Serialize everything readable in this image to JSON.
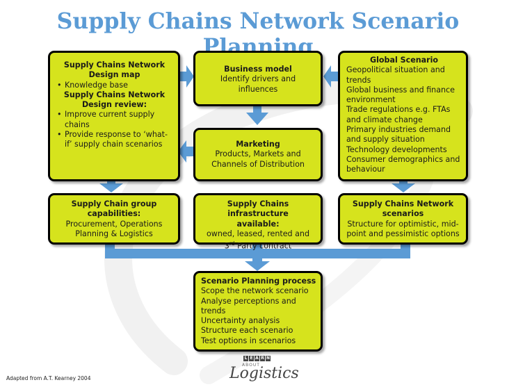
{
  "title": "Supply Chains Network Scenario Planning",
  "boxes": {
    "design": {
      "heading1": "Supply Chains Network Design map",
      "items1": [
        "Knowledge base"
      ],
      "heading2": "Supply Chains Network Design review:",
      "items2": [
        "Improve current supply chains",
        "Provide response to ‘what-if’ supply chain scenarios"
      ]
    },
    "business_model": {
      "heading": "Business model",
      "body": "Identify drivers and influences"
    },
    "global": {
      "heading": "Global Scenario",
      "lines": [
        "Geopolitical situation and trends",
        "Global business and finance environment",
        "Trade regulations e.g. FTAs and climate change",
        "Primary industries demand and supply situation",
        "Technology developments",
        "Consumer demographics and behaviour"
      ]
    },
    "marketing": {
      "heading": "Marketing",
      "body": "Products, Markets and Channels of Distribution"
    },
    "capabilities": {
      "heading": "Supply Chain group capabilities:",
      "body": "Procurement, Operations Planning & Logistics"
    },
    "infrastructure": {
      "heading": "Supply Chains infrastructure available:",
      "body_line1": "owned, leased, rented and",
      "body_line2_num": "3",
      "body_line2_sup": "rd",
      "body_line2_rest": " Party contract"
    },
    "scenarios": {
      "heading": "Supply Chains Network scenarios",
      "body": "Structure for optimistic, mid-point and pessimistic options"
    },
    "process": {
      "heading": "Scenario Planning process",
      "lines": [
        "Scope the network scenario",
        "Analyse perceptions and trends",
        "Uncertainty analysis",
        "Structure each scenario",
        "Test options in scenarios"
      ]
    }
  },
  "credit": "Adapted from A.T. Kearney 2004",
  "logo": {
    "letters": [
      "L",
      "E",
      "A",
      "R",
      "N"
    ],
    "about": "ABOUT",
    "word": "Logistics"
  },
  "colors": {
    "title": "#5b9bd5",
    "box_fill": "#d6e31d",
    "arrow": "#5b9bd5"
  }
}
